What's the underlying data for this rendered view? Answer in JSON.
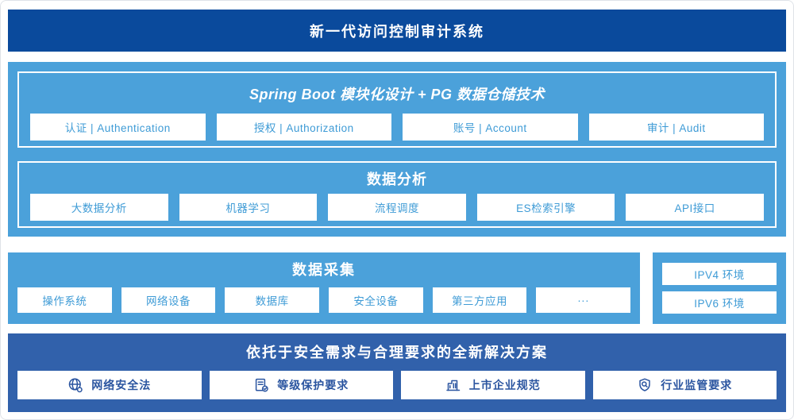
{
  "colors": {
    "banner-blue": "#0A4A9C",
    "light-blue": "#4BA1DA",
    "solution-blue": "#3161AB",
    "cell-text-blue": "#3E9BD6",
    "solution-text-blue": "#2B55A0"
  },
  "banner": {
    "title": "新一代访问控制审计系统"
  },
  "platform": {
    "architecture": {
      "title": "Spring Boot 模块化设计 + PG 数据仓储技术",
      "items": [
        "认证 | Authentication",
        "授权 | Authorization",
        "账号 | Account",
        "审计 | Audit"
      ]
    },
    "analysis": {
      "title": "数据分析",
      "items": [
        "大数据分析",
        "机器学习",
        "流程调度",
        "ES检索引擎",
        "API接口"
      ]
    }
  },
  "collection": {
    "title": "数据采集",
    "items": [
      "操作系统",
      "网络设备",
      "数据库",
      "安全设备",
      "第三方应用",
      "···"
    ]
  },
  "network": {
    "items": [
      "IPV4 环境",
      "IPV6 环境"
    ]
  },
  "solution": {
    "title": "依托于安全需求与合理要求的全新解决方案",
    "items": [
      {
        "icon": "globe-icon",
        "label": "网络安全法"
      },
      {
        "icon": "document-check-icon",
        "label": "等级保护要求"
      },
      {
        "icon": "building-icon",
        "label": "上市企业规范"
      },
      {
        "icon": "shield-search-icon",
        "label": "行业监管要求"
      }
    ]
  }
}
